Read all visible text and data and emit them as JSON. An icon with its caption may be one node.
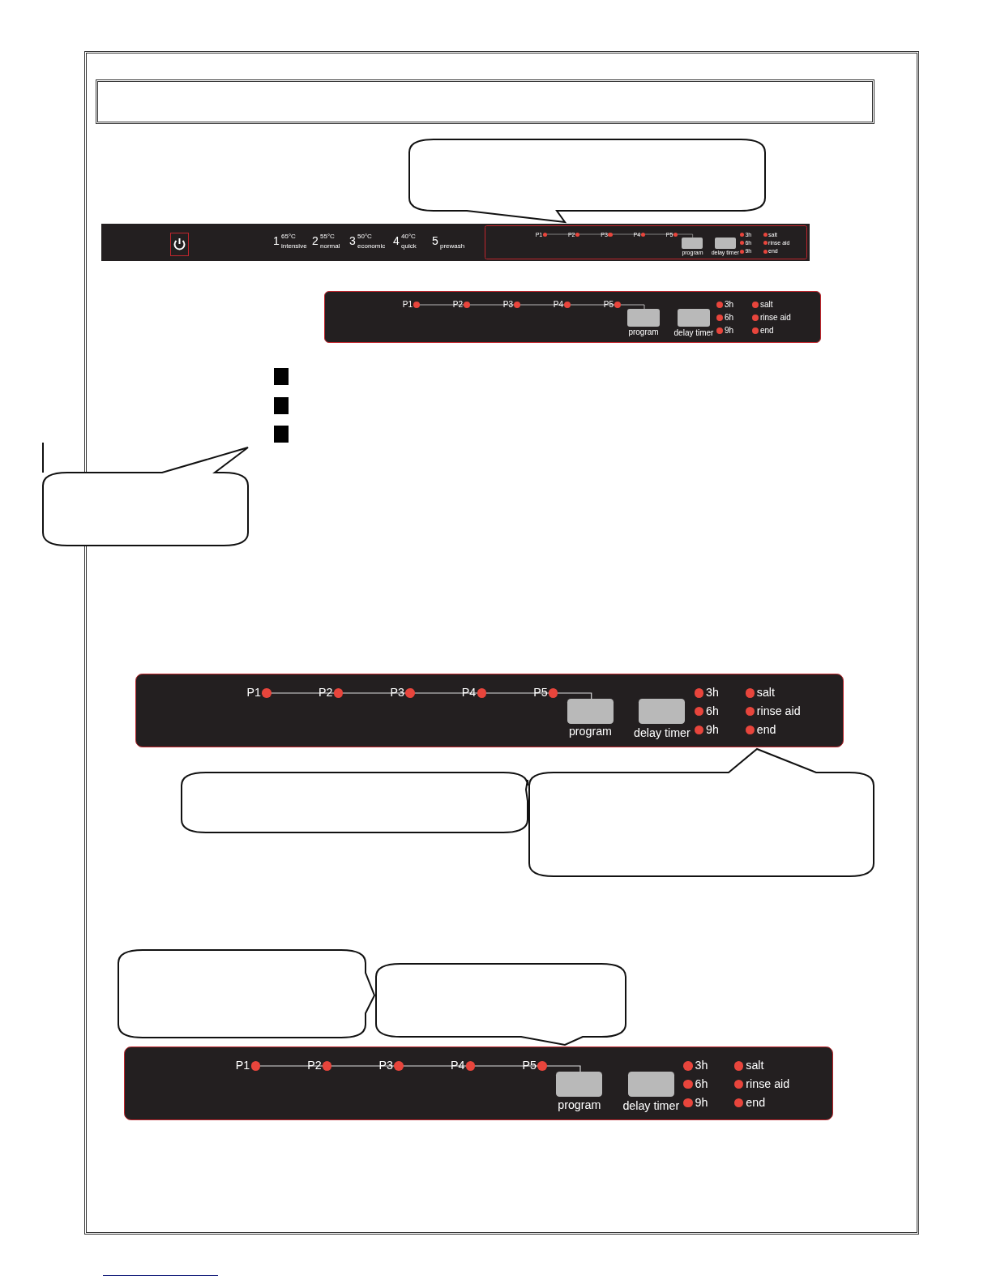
{
  "diagram": {
    "nodes": [
      {
        "text": [],
        "shape": "bubble"
      },
      {
        "text": [],
        "shape": "bubble"
      },
      {
        "text": [],
        "shape": "bubble"
      },
      {
        "text": [],
        "shape": "bubble"
      },
      {
        "text": [],
        "shape": "bubble"
      },
      {
        "text": [],
        "shape": "bubble"
      }
    ],
    "labels": [
      "1",
      "65°C",
      "intensive",
      "2",
      "55°C",
      "normal",
      "3",
      "50°C",
      "economic",
      "4",
      "40°C",
      "quick",
      "5",
      "prewash",
      "P1",
      "P2",
      "P3",
      "P4",
      "P5",
      "program",
      "delay timer",
      "3h",
      "6h",
      "9h",
      "salt",
      "rinse aid",
      "end",
      "P1",
      "P2",
      "P3",
      "P4",
      "P5",
      "program",
      "delay timer",
      "3h",
      "6h",
      "9h",
      "salt",
      "rinse aid",
      "end",
      "P1",
      "P2",
      "P3",
      "P4",
      "P5",
      "program",
      "delay timer",
      "3h",
      "6h",
      "9h",
      "salt",
      "rinse aid",
      "end",
      "P1",
      "P2",
      "P3",
      "P4",
      "P5",
      "program",
      "delay timer",
      "3h",
      "6h",
      "9h",
      "salt",
      "rinse aid",
      "end"
    ]
  }
}
